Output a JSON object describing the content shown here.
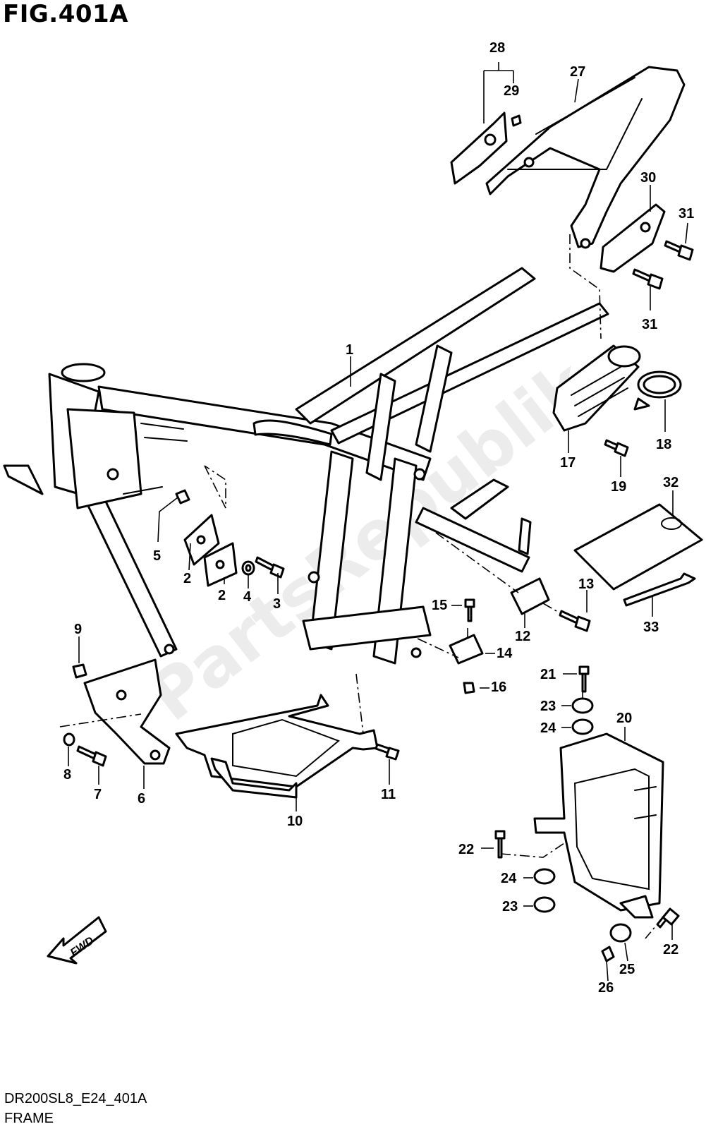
{
  "figure": {
    "title": "FIG.401A",
    "code": "DR200SL8_E24_401A",
    "name": "FRAME"
  },
  "watermark": "PartsRepublik",
  "fwd_label": "FWD",
  "callouts": [
    "1",
    "2",
    "2",
    "3",
    "4",
    "5",
    "6",
    "7",
    "8",
    "9",
    "10",
    "11",
    "12",
    "13",
    "14",
    "15",
    "16",
    "17",
    "18",
    "19",
    "20",
    "21",
    "22",
    "22",
    "23",
    "23",
    "24",
    "24",
    "25",
    "26",
    "27",
    "28",
    "29",
    "30",
    "31",
    "31",
    "32",
    "33"
  ],
  "colors": {
    "line": "#000000",
    "background": "#ffffff",
    "watermark": "#dcdcdc"
  }
}
